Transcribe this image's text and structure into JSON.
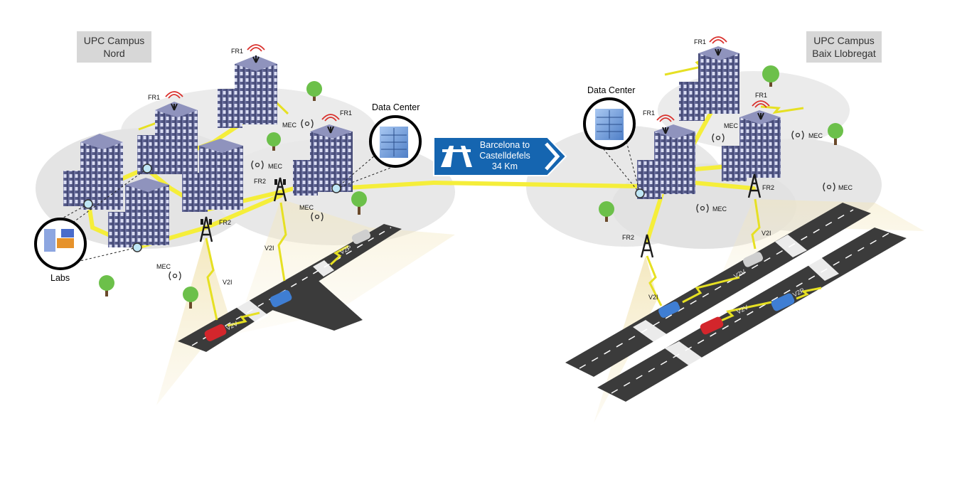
{
  "campus_left": {
    "title_line1": "UPC Campus",
    "title_line2": "Nord"
  },
  "campus_right": {
    "title_line1": "UPC Campus",
    "title_line2": "Baix Llobregat"
  },
  "labels": {
    "data_center": "Data Center",
    "labs": "Labs",
    "fr1": "FR1",
    "fr2": "FR2",
    "mec": "MEC",
    "v2i": "V2I",
    "v2v": "V2V",
    "v2p": "V2P"
  },
  "highway_sign": {
    "line1": "Barcelona to",
    "line2": "Castelldefels",
    "line3": "34 Km"
  },
  "colors": {
    "sign_blue": "#1565b0",
    "link_yellow": "#f5ee3a",
    "road": "#3b3b3b",
    "building": "#5a5f8c",
    "zone": "#e6e6e6"
  }
}
